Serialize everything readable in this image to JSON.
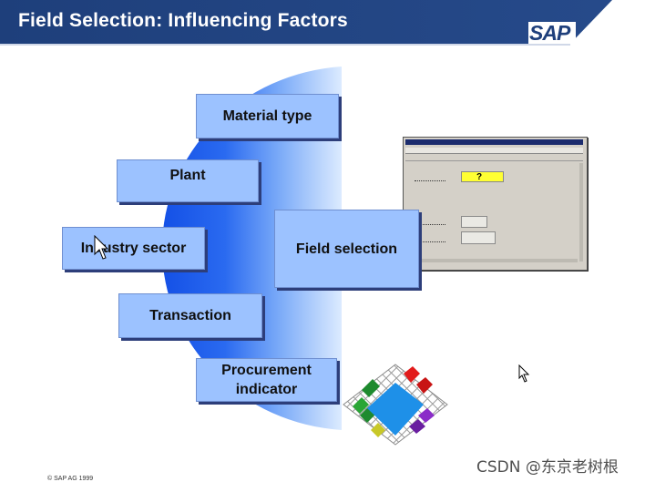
{
  "header": {
    "title": "Field Selection: Influencing Factors",
    "logo_text": "SAP",
    "bar_color": "#1e3f7b"
  },
  "factors": [
    {
      "label": "Material type"
    },
    {
      "label": "Plant"
    },
    {
      "label": "Industry sector"
    },
    {
      "label": "Transaction"
    },
    {
      "label": "Procurement indicator"
    }
  ],
  "center": {
    "label": "Field selection"
  },
  "screen": {
    "required_marker": "?"
  },
  "watermark": "CSDN @东京老树根",
  "footer": {
    "copyright": "© SAP AG 1999"
  },
  "colors": {
    "box_fill": "#9cc2ff",
    "half_circle_edge": "#1450e6",
    "half_circle_center": "#c8e0ff",
    "required_field": "#ffff33"
  },
  "icons": [
    "mouse-pointer-icon",
    "sap-cube-graphic"
  ]
}
